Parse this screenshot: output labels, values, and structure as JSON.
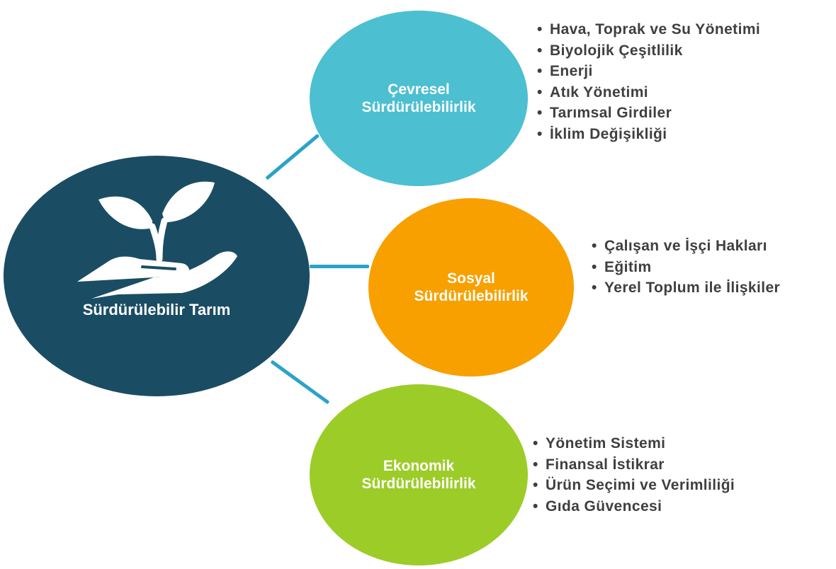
{
  "center": {
    "title": "Sürdürülebilir Tarım",
    "icon": "hand-with-sprout-icon",
    "color": "#1a4d63"
  },
  "connector_color": "#2aa3c9",
  "pillars": {
    "environmental": {
      "title_line1": "Çevresel",
      "title_line2": "Sürdürülebilirlik",
      "color": "#4cbfd1",
      "items": [
        "Hava, Toprak ve Su Yönetimi",
        "Biyolojik Çeşitlilik",
        "Enerji",
        "Atık Yönetimi",
        "Tarımsal Girdiler",
        "İklim Değişikliği"
      ]
    },
    "social": {
      "title_line1": "Sosyal",
      "title_line2": "Sürdürülebilirlik",
      "color": "#f8a000",
      "items": [
        "Çalışan ve İşçi Hakları",
        "Eğitim",
        "Yerel Toplum ile İlişkiler"
      ]
    },
    "economic": {
      "title_line1": "Ekonomik",
      "title_line2": "Sürdürülebilirlik",
      "color": "#9ccc28",
      "items": [
        "Yönetim Sistemi",
        "Finansal İstikrar",
        "Ürün Seçimi ve Verimliliği",
        "Gıda Güvencesi"
      ]
    }
  },
  "bullet_char": "•"
}
